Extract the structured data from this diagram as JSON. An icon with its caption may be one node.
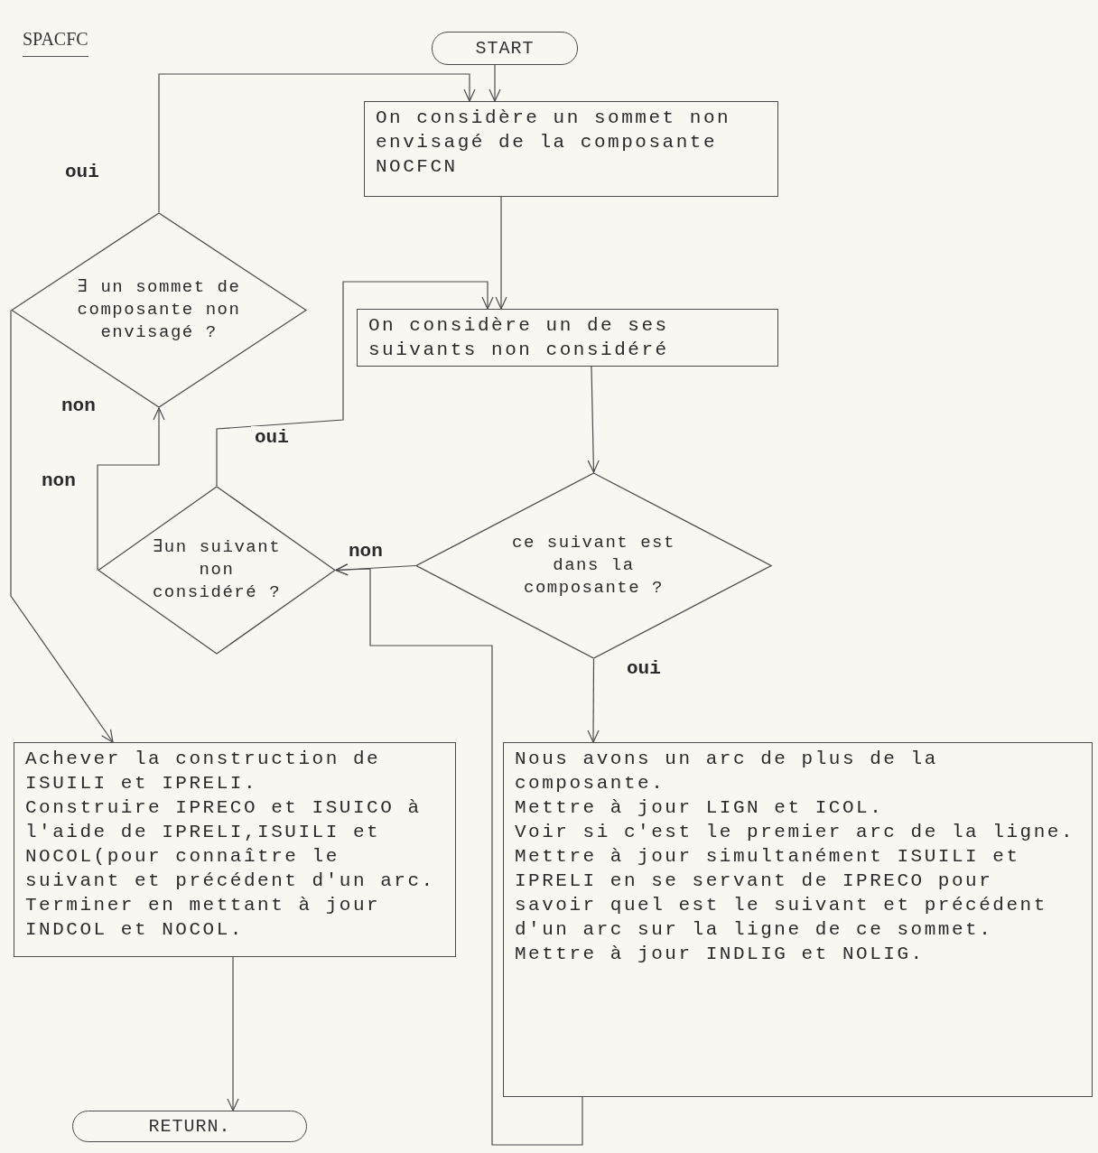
{
  "diagram": {
    "title": "SPACFC",
    "nodes": [
      {
        "text": [
          "START"
        ]
      },
      {
        "text": [
          "On considère un sommet non envisagé de la composante NOCFCN"
        ]
      },
      {
        "text": [
          "∃ un sommet de composante non envisagé ?"
        ]
      },
      {
        "text": [
          "On considère un de ses suivants non considéré"
        ]
      },
      {
        "text": [
          "∃un suivant non considéré ?"
        ]
      },
      {
        "text": [
          "ce suivant est dans la composante ?"
        ]
      },
      {
        "text": [
          "Achever la construction de ISUILI et IPRELI.",
          "Construire IPRECO et ISUICO à l'aide de IPRELI,ISUILI et NOCOL(pour connaître le suivant et précédent d'un arc.",
          "Terminer en mettant à jour INDCOL et NOCOL."
        ]
      },
      {
        "text": [
          "Nous avons un arc de plus de la composante.",
          "Mettre à jour LIGN et ICOL.",
          "Voir si c'est le premier arc de la ligne.",
          "Mettre à jour simultanément ISUILI et IPRELI en se servant de IPRECO pour savoir quel est le suivant et précédent d'un arc sur la ligne de ce sommet.",
          "Mettre à jour INDLIG et NOLIG."
        ]
      },
      {
        "text": [
          "RETURN."
        ]
      }
    ],
    "edges": [
      {
        "from": 0,
        "to": 1,
        "arrow": "to"
      },
      {
        "from": 2,
        "to": 1,
        "arrow": "to",
        "label": "oui"
      },
      {
        "from": 1,
        "to": 3,
        "arrow": "to"
      },
      {
        "from": 4,
        "to": 3,
        "arrow": "to",
        "label": "oui"
      },
      {
        "from": 3,
        "to": 5,
        "arrow": "to"
      },
      {
        "from": 5,
        "to": 4,
        "arrow": "to",
        "label": "non"
      },
      {
        "from": 4,
        "to": 2,
        "arrow": "to",
        "label": "non"
      },
      {
        "from": 2,
        "to": 6,
        "arrow": "to",
        "label": "non"
      },
      {
        "from": 5,
        "to": 7,
        "arrow": "to",
        "label": "oui"
      },
      {
        "from": 7,
        "to": 4,
        "arrow": "to"
      },
      {
        "from": 6,
        "to": 8,
        "arrow": "to"
      }
    ]
  }
}
